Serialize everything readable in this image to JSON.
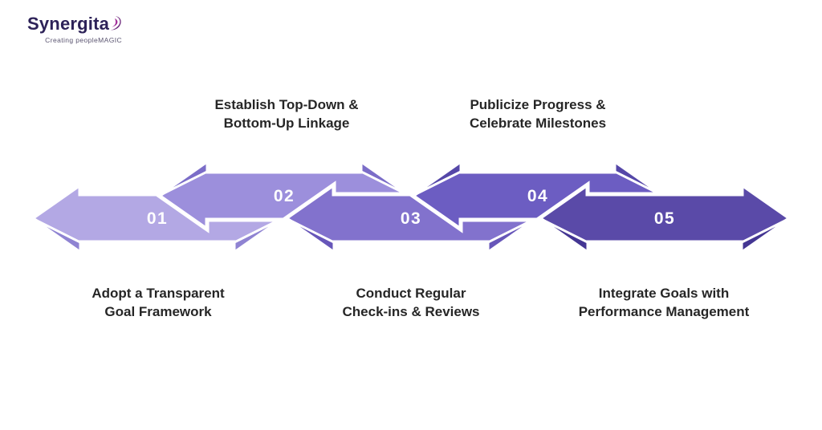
{
  "logo": {
    "name": "Synergita",
    "tagline": "Creating peopleMAGIC"
  },
  "colors": {
    "background": "#ffffff",
    "label_text": "#262626",
    "number_text": "#ffffff",
    "logo_text": "#2d2258",
    "logo_accent_dark": "#6d2a7c",
    "logo_accent_pink": "#a3309b"
  },
  "steps": [
    {
      "number": "01",
      "position": "bottom",
      "color": "#b3a8e4",
      "shade": "#8f83d2",
      "label_lines": [
        "Adopt a Transparent",
        "Goal Framework"
      ]
    },
    {
      "number": "02",
      "position": "top",
      "color": "#9c8fdc",
      "shade": "#7b6dc8",
      "label_lines": [
        "Establish Top-Down &",
        "Bottom-Up Linkage"
      ]
    },
    {
      "number": "03",
      "position": "bottom",
      "color": "#8272cd",
      "shade": "#6756b9",
      "label_lines": [
        "Conduct Regular",
        "Check-ins & Reviews"
      ]
    },
    {
      "number": "04",
      "position": "top",
      "color": "#6c5dc2",
      "shade": "#5547a8",
      "label_lines": [
        "Publicize Progress &",
        "Celebrate Milestones"
      ]
    },
    {
      "number": "05",
      "position": "bottom",
      "color": "#5a4aa8",
      "shade": "#443693",
      "label_lines": [
        "Integrate Goals with",
        "Performance Management"
      ]
    }
  ]
}
